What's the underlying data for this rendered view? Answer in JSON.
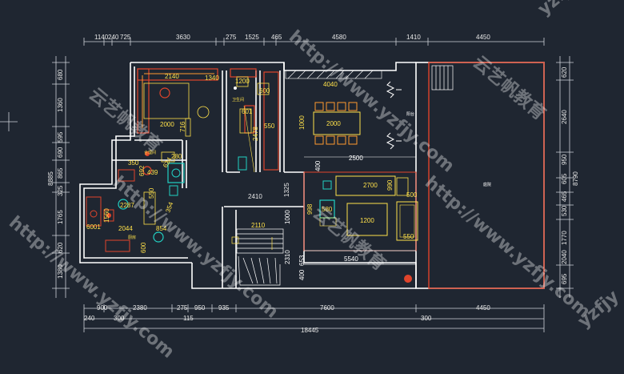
{
  "drawing": {
    "top_dims": [
      "1140",
      "240",
      "725",
      "3630",
      "275",
      "1525",
      "465",
      "4580",
      "1410",
      "4450"
    ],
    "bottom_dims_1": [
      "900",
      "2380",
      "275",
      "950",
      "935",
      "7600",
      "4450"
    ],
    "bottom_dims_2": [
      "240",
      "300",
      "115",
      "300"
    ],
    "total_width": "18445",
    "left_dims": [
      "680",
      "1360",
      "595",
      "690",
      "865",
      "325",
      "1765",
      "620",
      "1380"
    ],
    "left_total": "8885",
    "right_dims": [
      "620",
      "2640",
      "950",
      "605",
      "465",
      "530",
      "1770",
      "2040",
      "695"
    ],
    "right_total": "8790",
    "room_dims": {
      "kitchen_top": "2140",
      "cabinet_1340": "1340",
      "cabinet_1200": "1200",
      "fridge_600": "600",
      "kitchen_2000": "2000",
      "v716": "716",
      "v601": "601",
      "v2478": "2478",
      "v550": "550",
      "dining_4040": "4040",
      "dining_1000": "1000",
      "dining_2000": "2000",
      "v280": "280",
      "v350": "350",
      "v692": "692",
      "v624": "624",
      "v439": "439",
      "v550b": "550",
      "v2287": "2287",
      "v1560": "1560",
      "v2044": "2044",
      "v854": "854",
      "v6001": "6001",
      "v600": "600",
      "v354": "354",
      "v2410": "2410",
      "v1325": "1325",
      "v2500": "2500",
      "sofa_2700": "2700",
      "v990": "990",
      "v500": "500",
      "v400": "400",
      "v998": "998",
      "v580": "580",
      "table_1200": "1200",
      "v550c": "550",
      "v1000b": "1000",
      "stair_2110": "2110",
      "v2310": "2310",
      "v653": "653",
      "v5540": "5540",
      "v400b": "400"
    },
    "room_labels": [
      "合理间",
      "厨房",
      "阳台",
      "庭院",
      "卫生间"
    ]
  },
  "watermarks": [
    "http://www.yzfjy.com",
    "云艺帆教育",
    "yzfjy"
  ],
  "colors": {
    "background": "#1f2631",
    "walls": "#ffffff",
    "dimension": "#e8e8e8",
    "furniture": "#ffe14a",
    "cabinet": "#e0442b",
    "green_fixture": "#22d1c4"
  }
}
